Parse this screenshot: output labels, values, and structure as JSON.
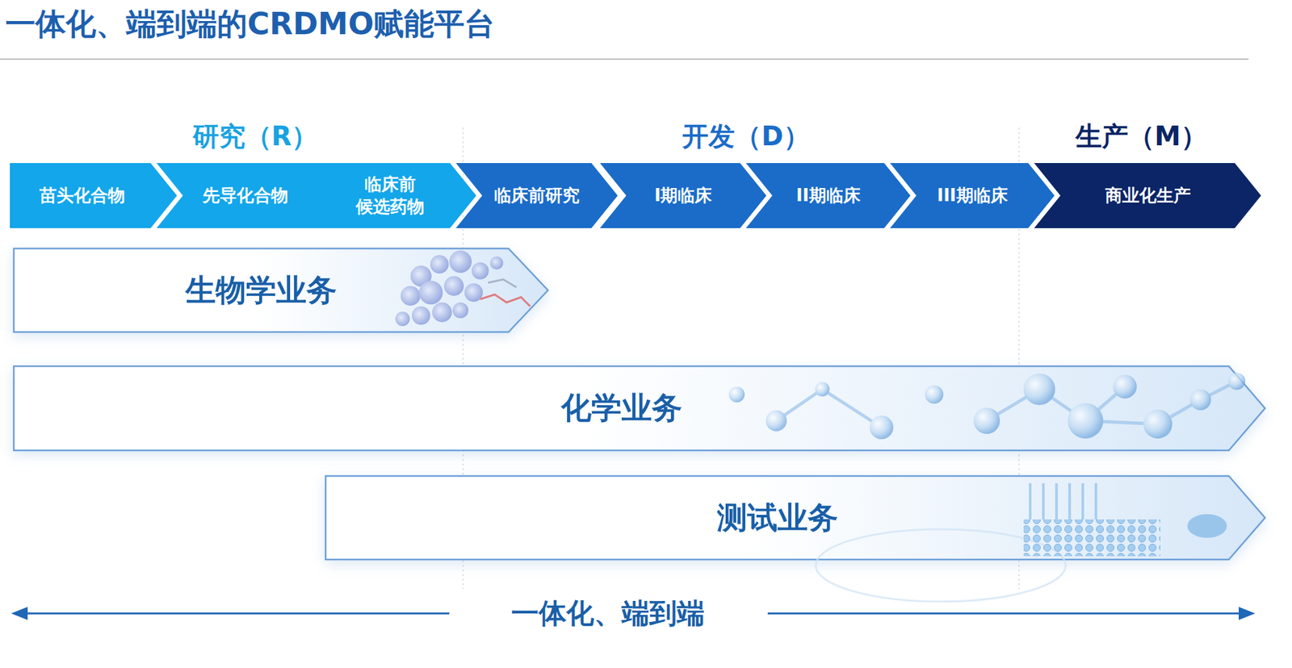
{
  "diagram": {
    "title": "一体化、端到端的CRDMO赋能平台",
    "nodes": [
      {
        "text": [
          "苗头化合物"
        ]
      },
      {
        "text": [
          "先导化合物"
        ]
      },
      {
        "text": [
          "临床前 候选药物"
        ]
      },
      {
        "text": [
          "临床前研究"
        ]
      },
      {
        "text": [
          "I期临床"
        ]
      },
      {
        "text": [
          "II期临床"
        ]
      },
      {
        "text": [
          "III期临床"
        ]
      },
      {
        "text": [
          "商业化生产"
        ]
      },
      {
        "text": [
          "生物学业务"
        ]
      },
      {
        "text": [
          "化学业务"
        ]
      },
      {
        "text": [
          "测试业务"
        ]
      }
    ],
    "labels": [
      "研究（R）",
      "开发（D）",
      "生产（M）",
      "一体化、端到端"
    ]
  }
}
